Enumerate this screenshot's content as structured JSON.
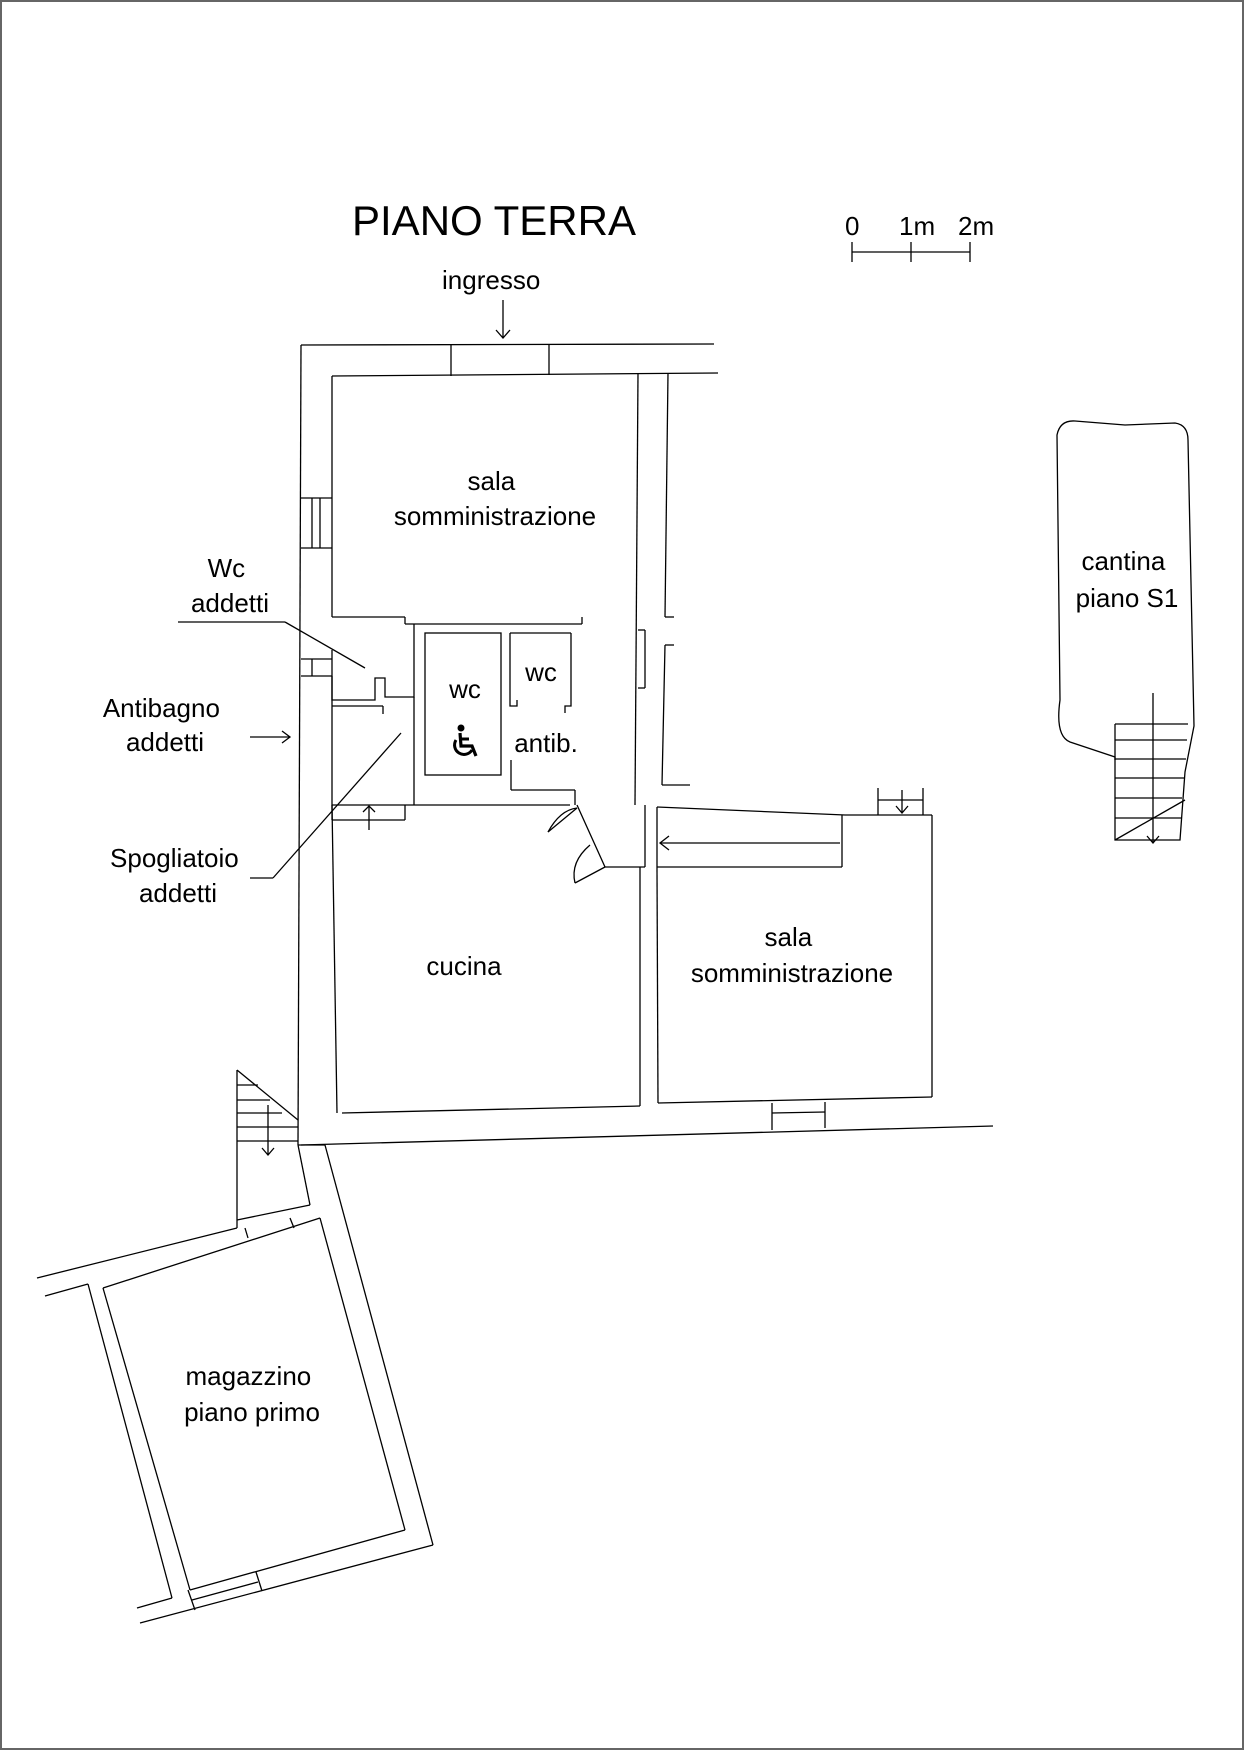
{
  "title": "PIANO TERRA",
  "scale": {
    "labels": [
      "0",
      "1m",
      "2m"
    ]
  },
  "entrance": {
    "label": "ingresso"
  },
  "rooms": {
    "sala_top": [
      "sala",
      "somministrazione"
    ],
    "wc_addetti": [
      "Wc",
      "addetti"
    ],
    "antibagno_addetti": [
      "Antibagno",
      "addetti"
    ],
    "spogliatoio_addetti": [
      "Spogliatoio",
      "addetti"
    ],
    "wc_disabili": "wc",
    "wc_small": "wc",
    "antibagno": "antib.",
    "cucina": "cucina",
    "sala_bottom": [
      "sala",
      "somministrazione"
    ],
    "cantina": [
      "cantina",
      "piano S1"
    ],
    "magazzino": [
      "magazzino",
      "piano primo"
    ]
  },
  "icons": {
    "accessibility": "wheelchair-icon"
  }
}
